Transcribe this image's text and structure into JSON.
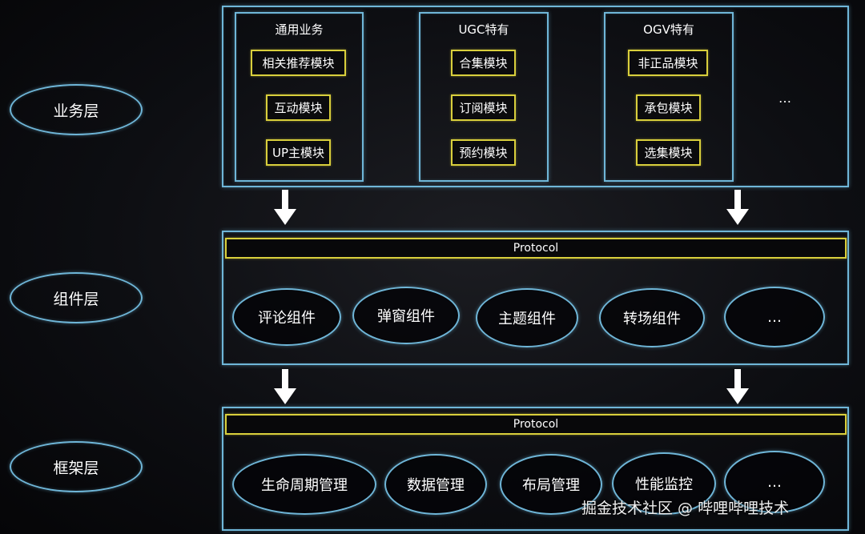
{
  "layers": {
    "business": "业务层",
    "component": "组件层",
    "framework": "框架层"
  },
  "business": {
    "columns": [
      {
        "title": "通用业务",
        "modules": [
          "相关推荐模块",
          "互动模块",
          "UP主模块"
        ]
      },
      {
        "title": "UGC特有",
        "modules": [
          "合集模块",
          "订阅模块",
          "预约模块"
        ]
      },
      {
        "title": "OGV特有",
        "modules": [
          "非正品模块",
          "承包模块",
          "选集模块"
        ]
      }
    ],
    "more": "…"
  },
  "component_layer": {
    "protocol": "Protocol",
    "items": [
      "评论组件",
      "弹窗组件",
      "主题组件",
      "转场组件",
      "…"
    ]
  },
  "framework_layer": {
    "protocol": "Protocol",
    "items": [
      "生命周期管理",
      "数据管理",
      "布局管理",
      "性能监控",
      "…"
    ]
  },
  "watermark": "掘金技术社区 @ 哔哩哔哩技术",
  "colors": {
    "frame": "#6fb6d8",
    "module_border": "#d9cf3c",
    "background": "#0d0e12",
    "text": "#ffffff"
  }
}
